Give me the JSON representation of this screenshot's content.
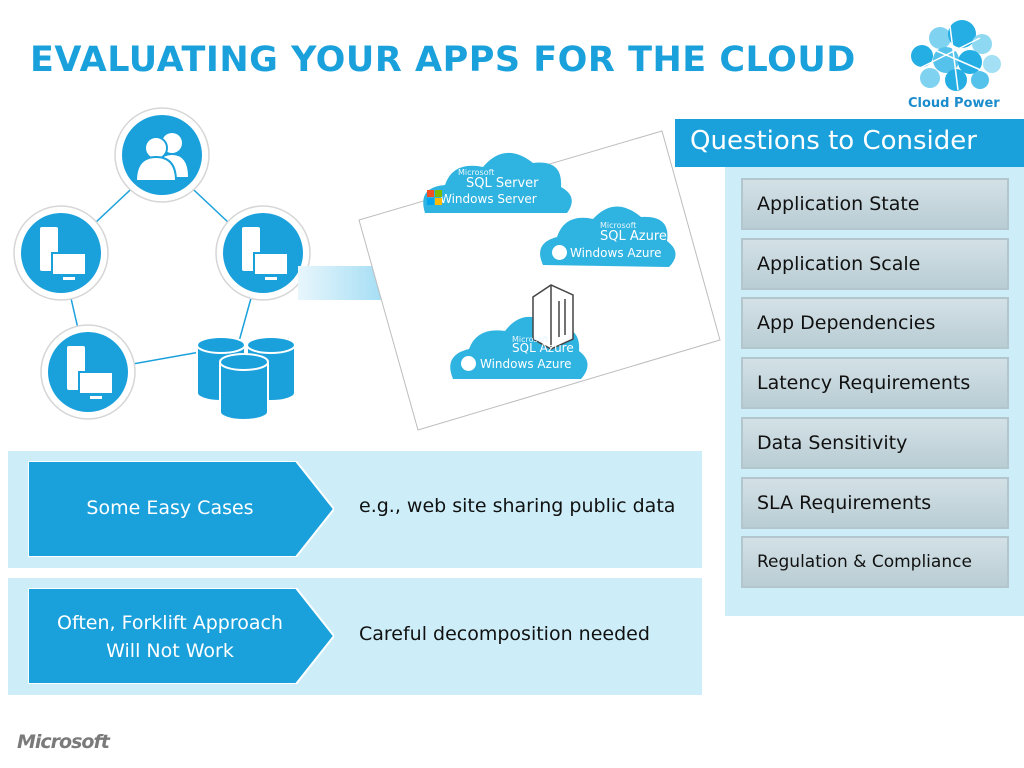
{
  "title": "EVALUATING YOUR APPS FOR THE CLOUD",
  "logo": {
    "text": "Cloud Power",
    "icon": "cloud-power-icon"
  },
  "questions": {
    "header": "Questions to Consider",
    "items": [
      "Application State",
      "Application Scale",
      "App Dependencies",
      "Latency Requirements",
      "Data Sensitivity",
      "SLA Requirements",
      "Regulation & Compliance"
    ]
  },
  "diagram": {
    "nodes": [
      "users-icon",
      "server-monitor-icon",
      "server-monitor-icon",
      "server-monitor-icon",
      "database-stack-icon"
    ],
    "clouds": [
      {
        "brand": "Microsoft",
        "product": "SQL Server",
        "platform": "Windows Server"
      },
      {
        "brand": "Microsoft",
        "product": "SQL Azure",
        "platform": "Windows Azure"
      },
      {
        "brand": "Microsoft",
        "product": "SQL Azure",
        "platform": "Windows Azure"
      }
    ],
    "colors": {
      "accent": "#1aa1dc",
      "panel": "#cdeef8",
      "cloud": "#2fb3e0"
    }
  },
  "cases": [
    {
      "label": "Some Easy Cases",
      "description": "e.g., web site sharing public data"
    },
    {
      "label_line1": "Often, Forklift Approach",
      "label_line2": "Will Not Work",
      "description": "Careful decomposition needed"
    }
  ],
  "footer": {
    "brand": "Microsoft"
  }
}
